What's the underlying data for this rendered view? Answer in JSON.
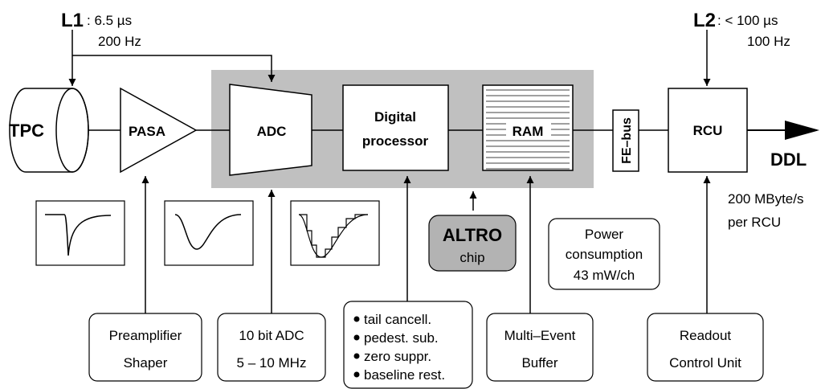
{
  "l1": {
    "name": "L1",
    "latency": ": 6.5 µs",
    "rate": "200 Hz"
  },
  "l2": {
    "name": "L2",
    "latency": ": < 100 µs",
    "rate": "100 Hz"
  },
  "blocks": {
    "tpc": "TPC",
    "pasa": "PASA",
    "adc": "ADC",
    "digital_processor": [
      "Digital",
      "processor"
    ],
    "ram": "RAM",
    "fe_bus": "FE–bus",
    "rcu": "RCU",
    "ddl": "DDL"
  },
  "ddl_rate": [
    "200 MByte/s",
    "per RCU"
  ],
  "altro": {
    "name": "ALTRO",
    "sub": "chip"
  },
  "power": [
    "Power",
    "consumption",
    "43 mW/ch"
  ],
  "descriptions": {
    "pasa": [
      "Preamplifier",
      "Shaper"
    ],
    "adc": [
      "10 bit ADC",
      "5 – 10 MHz"
    ],
    "processor": [
      "tail cancell.",
      "pedest. sub.",
      "zero suppr.",
      "baseline rest."
    ],
    "buffer": [
      "Multi–Event",
      "Buffer"
    ],
    "rcu": [
      "Readout",
      "Control Unit"
    ]
  },
  "colors": {
    "chip_area": "#c0c0c0",
    "altro_fill": "#b3b3b3",
    "line": "#000000"
  }
}
